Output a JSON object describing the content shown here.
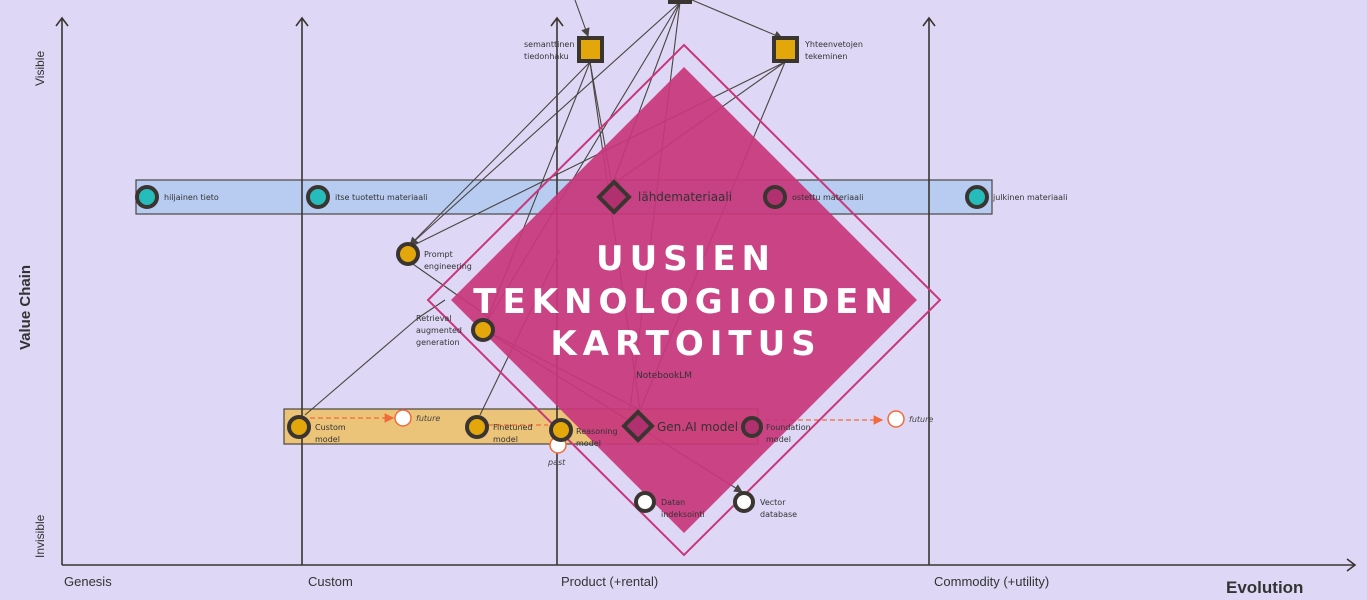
{
  "axes": {
    "y_label": "Value Chain",
    "y_top": "Visible",
    "y_bottom": "Invisible",
    "x_label": "Evolution",
    "stages": [
      "Genesis",
      "Custom",
      "Product (+rental)",
      "Commodity (+utility)"
    ]
  },
  "overlay": {
    "title_lines": [
      "UUSIEN",
      "TEKNOLOGIOIDEN",
      "KARTOITUS"
    ],
    "color": "#c8377c"
  },
  "nodes": {
    "semantic_search": "semanttinen tiedonhaku",
    "semantic_search_lines": [
      "semanttinen",
      "tiedonhaku"
    ],
    "summaries_lines": [
      "Yhteenvetojen",
      "tekeminen"
    ],
    "tacit": "hiljainen tieto",
    "own_material": "itse tuotettu materiaali",
    "source_material": "lähdemateriaali",
    "bought_material": "ostettu materiaali",
    "public_material": "julkinen materiaali",
    "prompt_lines": [
      "Prompt",
      "engineering"
    ],
    "rag_lines": [
      "Retrieval",
      "augmented",
      "generation"
    ],
    "notebooklm": "NotebookLM",
    "custom_model_lines": [
      "Custom",
      "model"
    ],
    "finetuned_lines": [
      "Finetuned",
      "model"
    ],
    "reasoning_lines": [
      "Reasoning",
      "model"
    ],
    "genai": "Gen.AI model",
    "foundation_lines": [
      "Foundation",
      "model"
    ],
    "indexing_lines": [
      "Datan",
      "indeksointi"
    ],
    "vector_lines": [
      "Vector",
      "database"
    ],
    "future": "future",
    "past": "past"
  },
  "colors": {
    "background": "#ded8f6",
    "band_blue": "#b8ccf2",
    "band_orange": "#ebc47a",
    "node_yellow": "#e3a70c",
    "node_teal": "#26bcbc",
    "evolve_arrow": "#f26a3a"
  }
}
